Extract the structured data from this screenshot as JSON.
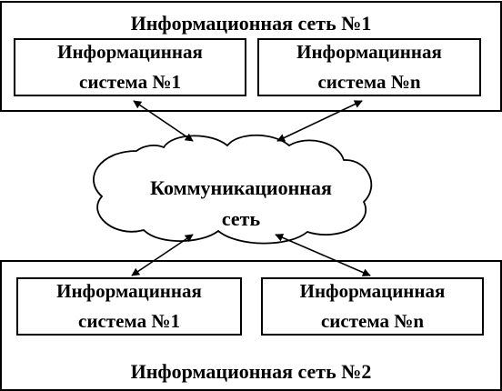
{
  "network1": {
    "title": "Информационная сеть №1",
    "systems": [
      {
        "line1": "Информацинная",
        "line2": "система №1"
      },
      {
        "line1": "Информацинная",
        "line2": "система №n"
      }
    ]
  },
  "network2": {
    "title": "Информационная сеть №2",
    "systems": [
      {
        "line1": "Информацинная",
        "line2": "система №1"
      },
      {
        "line1": "Информацинная",
        "line2": "система №n"
      }
    ]
  },
  "cloud": {
    "line1": "Коммуникационная",
    "line2": "сеть"
  }
}
